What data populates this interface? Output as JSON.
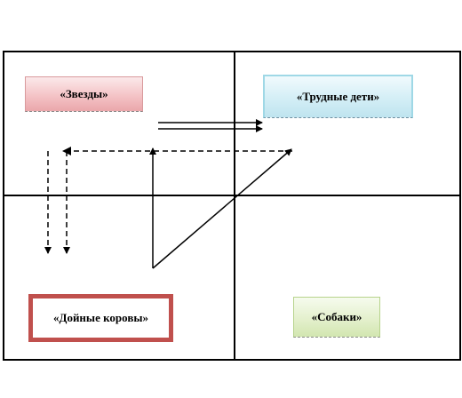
{
  "quadrants": {
    "stars": "«Звезды»",
    "question_marks": "«Трудные дети»",
    "cash_cows": "«Дойные коровы»",
    "dogs": "«Собаки»"
  }
}
